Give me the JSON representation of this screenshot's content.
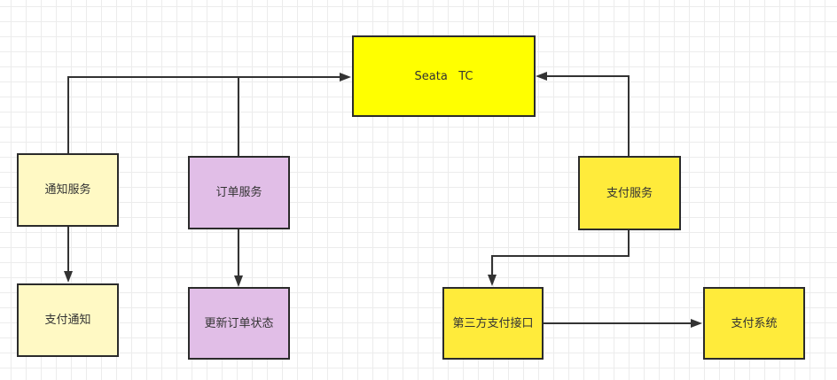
{
  "diagram": {
    "title": "Seata TC",
    "colors": {
      "tc_fill": "#ffff00",
      "notify_fill": "#fff9c4",
      "order_fill": "#e1bee7",
      "payment_fill": "#ffeb3b",
      "stroke": "#2b2b2b",
      "edge": "#333333",
      "grid": "#ececec"
    },
    "nodes": [
      {
        "id": "seata-tc",
        "label": "Seata   TC",
        "fill": "#ffff00"
      },
      {
        "id": "notify-service",
        "label": "通知服务",
        "fill": "#fff9c4"
      },
      {
        "id": "order-service",
        "label": "订单服务",
        "fill": "#e1bee7"
      },
      {
        "id": "payment-service",
        "label": "支付服务",
        "fill": "#ffeb3b"
      },
      {
        "id": "payment-notify",
        "label": "支付通知",
        "fill": "#fff9c4"
      },
      {
        "id": "update-order-status",
        "label": "更新订单状态",
        "fill": "#e1bee7"
      },
      {
        "id": "third-party-payment-api",
        "label": "第三方支付接口",
        "fill": "#ffeb3b"
      },
      {
        "id": "payment-system",
        "label": "支付系统",
        "fill": "#ffeb3b"
      }
    ],
    "edges": [
      {
        "from": "notify-service",
        "to": "seata-tc"
      },
      {
        "from": "order-service",
        "to": "seata-tc"
      },
      {
        "from": "payment-service",
        "to": "seata-tc"
      },
      {
        "from": "notify-service",
        "to": "payment-notify"
      },
      {
        "from": "order-service",
        "to": "update-order-status"
      },
      {
        "from": "payment-service",
        "to": "third-party-payment-api"
      },
      {
        "from": "third-party-payment-api",
        "to": "payment-system"
      }
    ]
  }
}
